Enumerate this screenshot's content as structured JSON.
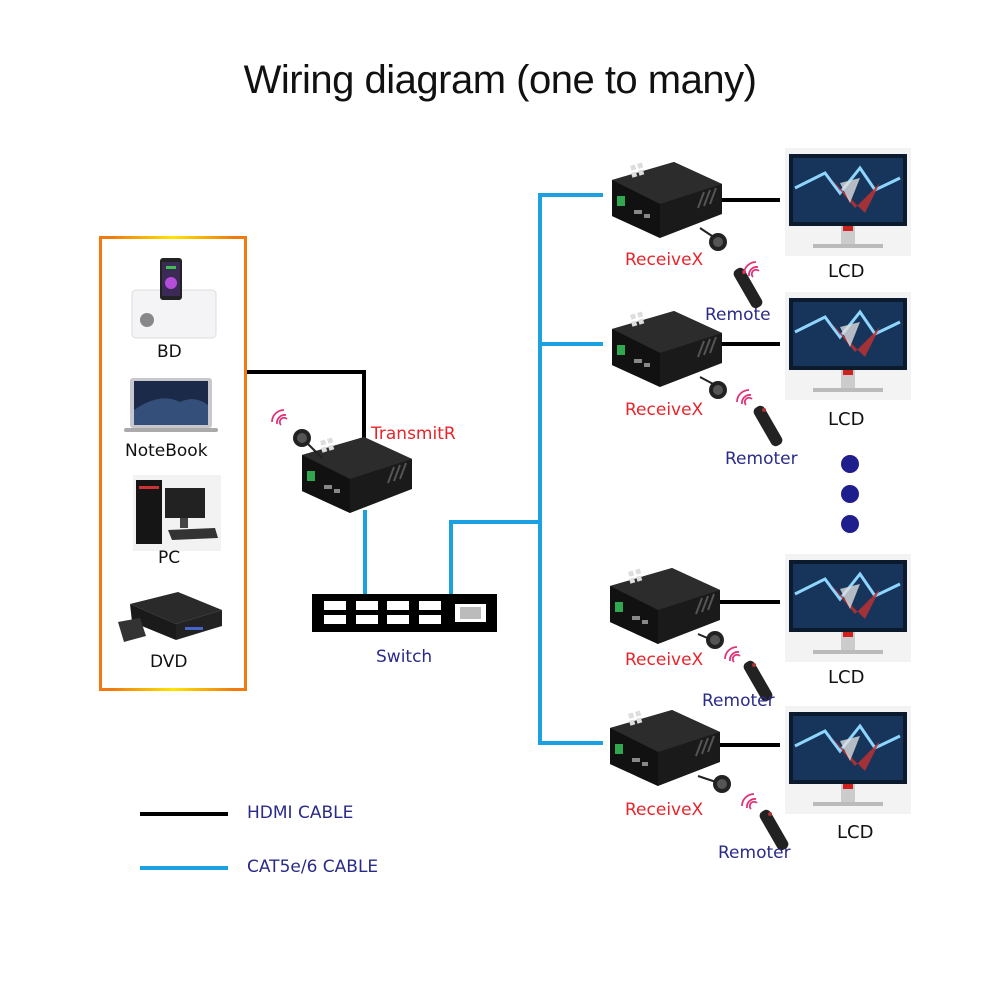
{
  "title": "Wiring diagram (one to many)",
  "colors": {
    "hdmi_cable": "#000000",
    "cat_cable": "#1ba1e2",
    "source_box_border": "#f07a10",
    "device_label_red": "#e8242b",
    "label_navy": "#2a2a8a",
    "dots": "#1e1e8c"
  },
  "sources": [
    {
      "label": "BD",
      "icon": "docking-station-icon"
    },
    {
      "label": "NoteBook",
      "icon": "laptop-icon"
    },
    {
      "label": "PC",
      "icon": "desktop-pc-icon"
    },
    {
      "label": "DVD",
      "icon": "dvd-player-icon"
    }
  ],
  "transmitter": {
    "label": "TransmitR",
    "icon": "hdmi-extender-icon"
  },
  "switch": {
    "label": "Switch",
    "icon": "network-switch-icon"
  },
  "receivers": [
    {
      "label": "ReceiveX",
      "remote_label": "Remote",
      "display_label": "LCD"
    },
    {
      "label": "ReceiveX",
      "remote_label": "Remoter",
      "display_label": "LCD"
    },
    {
      "label": "ReceiveX",
      "remote_label": "Remoter",
      "display_label": "LCD"
    },
    {
      "label": "ReceiveX",
      "remote_label": "Remoter",
      "display_label": "LCD"
    }
  ],
  "ellipsis": "more receivers",
  "legend": [
    {
      "label": "HDMI CABLE",
      "type": "hdmi"
    },
    {
      "label": "CAT5e/6 CABLE",
      "type": "cat"
    }
  ]
}
